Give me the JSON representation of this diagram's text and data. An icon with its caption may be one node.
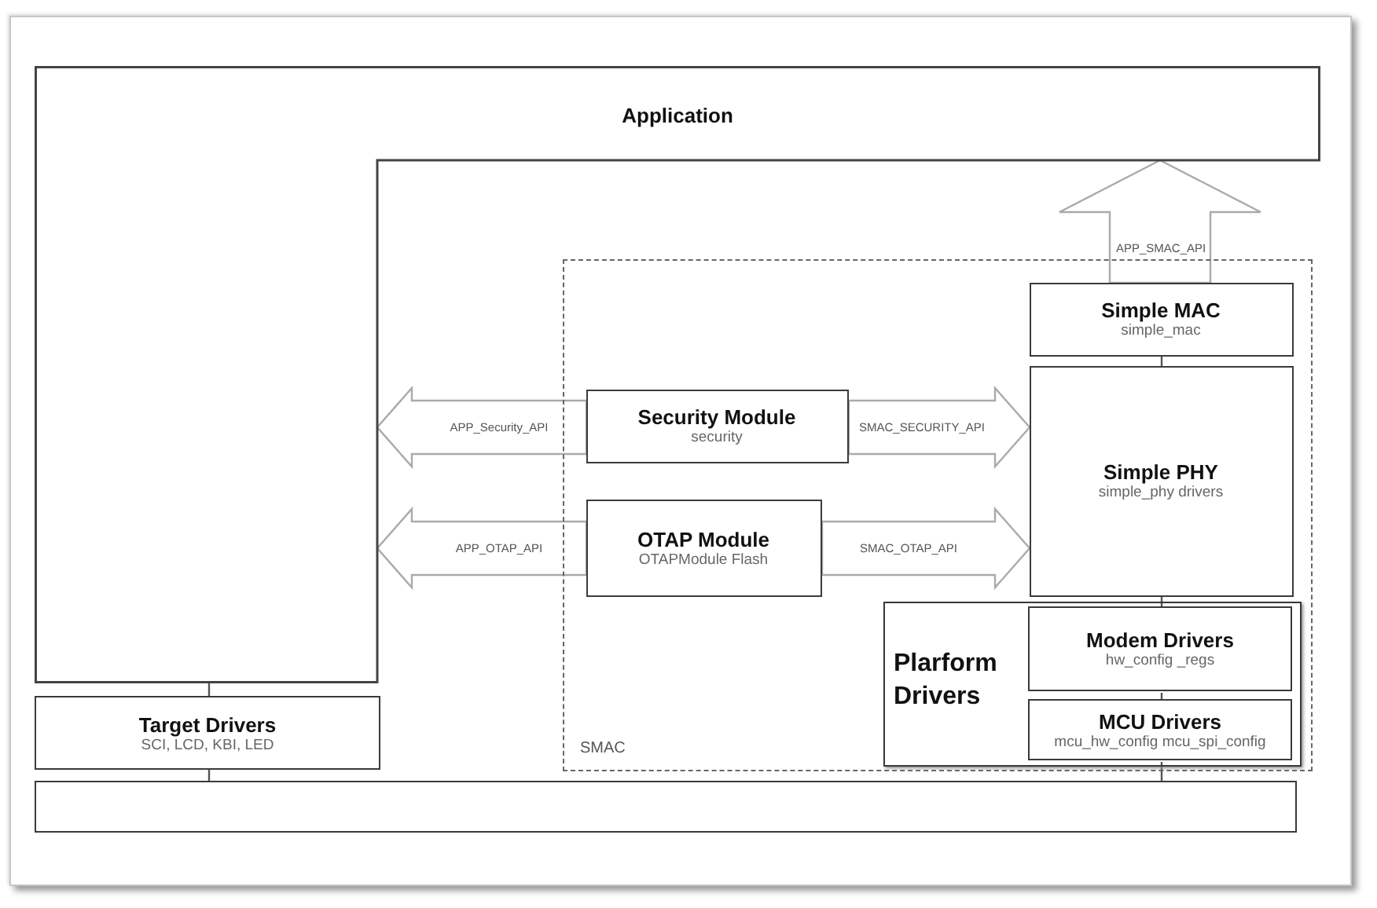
{
  "diagram": {
    "nodes": [
      {
        "text": [
          "Application"
        ]
      },
      {
        "text": [
          "SMAC"
        ]
      },
      {
        "text": [
          "Simple MAC",
          "simple_mac"
        ],
        "in": 1
      },
      {
        "text": [
          "Simple PHY",
          "simple_phy drivers"
        ],
        "in": 1
      },
      {
        "text": [
          "Security Module",
          "security"
        ],
        "in": 1
      },
      {
        "text": [
          "OTAP Module",
          "OTAPModule Flash"
        ],
        "in": 1
      },
      {
        "text": [
          "Plarform Drivers"
        ],
        "in": 1
      },
      {
        "text": [
          "Modem Drivers",
          "hw_config _regs"
        ],
        "in": 6
      },
      {
        "text": [
          "MCU Drivers",
          "mcu_hw_config mcu_spi_config"
        ],
        "in": 6
      },
      {
        "text": [
          "Target Drivers",
          "SCI, LCD, KBI, LED"
        ]
      },
      {
        "text": [],
        "shape": "bar"
      }
    ],
    "edges": [
      {
        "from": 2,
        "to": 0,
        "arrow": "to",
        "label": "APP_SMAC_API",
        "style": "thick"
      },
      {
        "from": 4,
        "to": 0,
        "arrow": "to",
        "label": "APP_Security_API",
        "style": "thick"
      },
      {
        "from": 4,
        "to": 3,
        "arrow": "to",
        "label": "SMAC_SECURITY_API",
        "style": "thick"
      },
      {
        "from": 5,
        "to": 0,
        "arrow": "to",
        "label": "APP_OTAP_API",
        "style": "thick"
      },
      {
        "from": 5,
        "to": 3,
        "arrow": "to",
        "label": "SMAC_OTAP_API",
        "style": "thick"
      },
      {
        "from": 2,
        "to": 3,
        "arrow": "none"
      },
      {
        "from": 3,
        "to": 7,
        "arrow": "none"
      },
      {
        "from": 7,
        "to": 8,
        "arrow": "none"
      },
      {
        "from": 8,
        "to": 10,
        "arrow": "none"
      },
      {
        "from": 0,
        "to": 9,
        "arrow": "none"
      },
      {
        "from": 9,
        "to": 10,
        "arrow": "none"
      }
    ]
  }
}
